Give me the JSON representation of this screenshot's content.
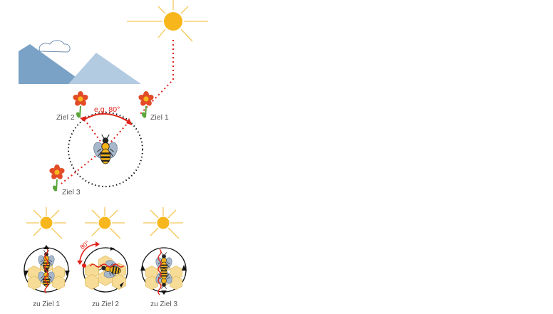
{
  "labels": {
    "goal1": "Ziel 1",
    "goal2": "Ziel 2",
    "goal3": "Ziel 3",
    "angle": "e.g. 80°",
    "angle_small": "80°"
  },
  "panels": [
    {
      "caption": "zu Ziel 1"
    },
    {
      "caption": "zu Ziel 2"
    },
    {
      "caption": "zu Ziel 3"
    }
  ],
  "colors": {
    "sun": "#f7b71c",
    "sun_ray": "#f4c85a",
    "mountain_dark": "#7aa2c6",
    "mountain_light": "#b3cbe1",
    "cloud_stroke": "#6f8fb0",
    "flower_petal": "#e24b26",
    "flower_center": "#f7b71c",
    "stem": "#5aa63b",
    "red_line": "#e0231b",
    "comb": "#f7dc97",
    "comb_stroke": "#e3bd63",
    "bee_body": "#f4b41a",
    "bee_wing": "#a8b8cc",
    "text": "#555555"
  }
}
